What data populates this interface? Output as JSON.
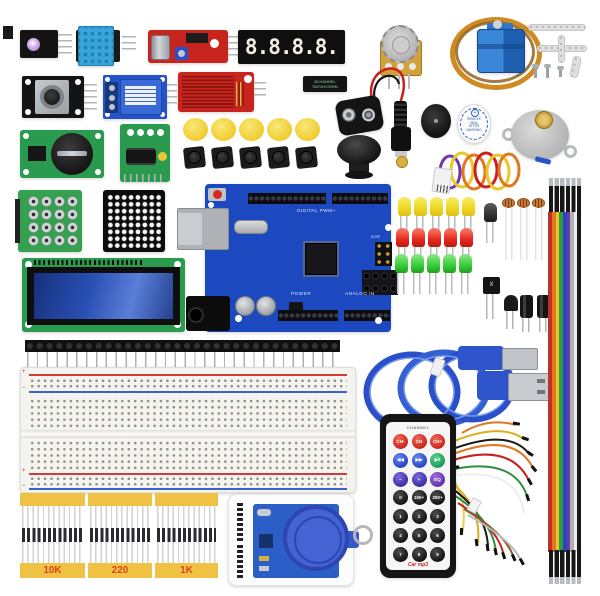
{
  "photo": {
    "description": "Arduino UNO starter kit components flat-lay on white background",
    "background": "#ffffff",
    "seven_segment_display": {
      "value": "8.8.8.8."
    },
    "shift_register_ic": {
      "line1": "8CHANNEL",
      "line2": "SN74HC595N"
    },
    "buzzer_sticker": {
      "lines": [
        "REMOVE",
        "SEAL",
        "AFTER",
        "WASHING"
      ]
    },
    "arduino_uno": {
      "digital_label": "DIGITAL PWM~",
      "power_label": "POWER",
      "analog_label": "ANALOG IN",
      "icsp_label": "ICSP"
    },
    "resistor_strips": {
      "labels": [
        "10K",
        "220",
        "1K"
      ]
    },
    "breadboard": {
      "plus_symbol": "+",
      "minus_symbol": "−"
    },
    "ir_remote": {
      "channel_label": "CHANNEL",
      "logo": "Car mp3",
      "buttons": [
        "CH-",
        "CH",
        "CH+",
        "◀◀",
        "▶▶",
        "▶‖",
        "−",
        "+",
        "EQ",
        "0",
        "100+",
        "200+",
        "1",
        "2",
        "3",
        "4",
        "5",
        "6",
        "7",
        "8",
        "9"
      ]
    },
    "colors": {
      "arduino_blue": "#1c49c0",
      "pcb_green": "#2a9a4e",
      "sensor_red": "#c8241e",
      "servo_blue": "#2d77cc",
      "cap_yellow": "#f2cf38",
      "led_yellow": "#f0d822",
      "led_red": "#e62a20",
      "led_green": "#38cc38",
      "remote_red": "#cc1f16",
      "remote_blue": "#2440c0",
      "remote_green": "#18955c",
      "remote_purple": "#5c2fa8"
    }
  }
}
